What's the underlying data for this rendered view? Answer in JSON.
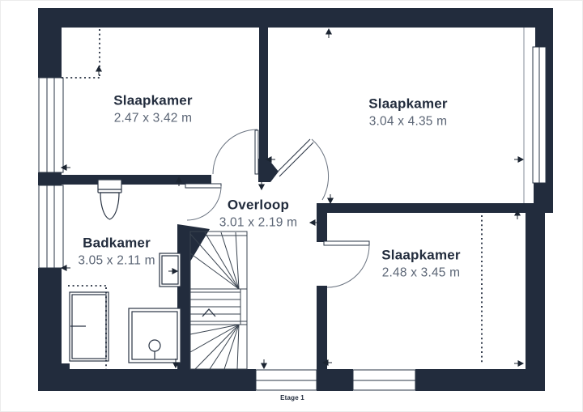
{
  "floor": {
    "caption": "Etage 1"
  },
  "rooms": [
    {
      "id": "slaapkamer-top-left",
      "label": "Slaapkamer",
      "dimensions": "2.47 x 3.42 m"
    },
    {
      "id": "slaapkamer-top-right",
      "label": "Slaapkamer",
      "dimensions": "3.04 x 4.35 m"
    },
    {
      "id": "overloop",
      "label": "Overloop",
      "dimensions": "3.01 x 2.19 m"
    },
    {
      "id": "badkamer",
      "label": "Badkamer",
      "dimensions": "3.05 x 2.11 m"
    },
    {
      "id": "slaapkamer-bottom-right",
      "label": "Slaapkamer",
      "dimensions": "2.48 x 3.45 m"
    }
  ],
  "colors": {
    "wall": "#222c3d",
    "thin_line": "#2a3444",
    "door_arc": "#6a7380",
    "sill_line": "#9aa1ab",
    "label_text": "#222c3d",
    "dimension_text": "#5b6575",
    "background": "#ffffff"
  }
}
